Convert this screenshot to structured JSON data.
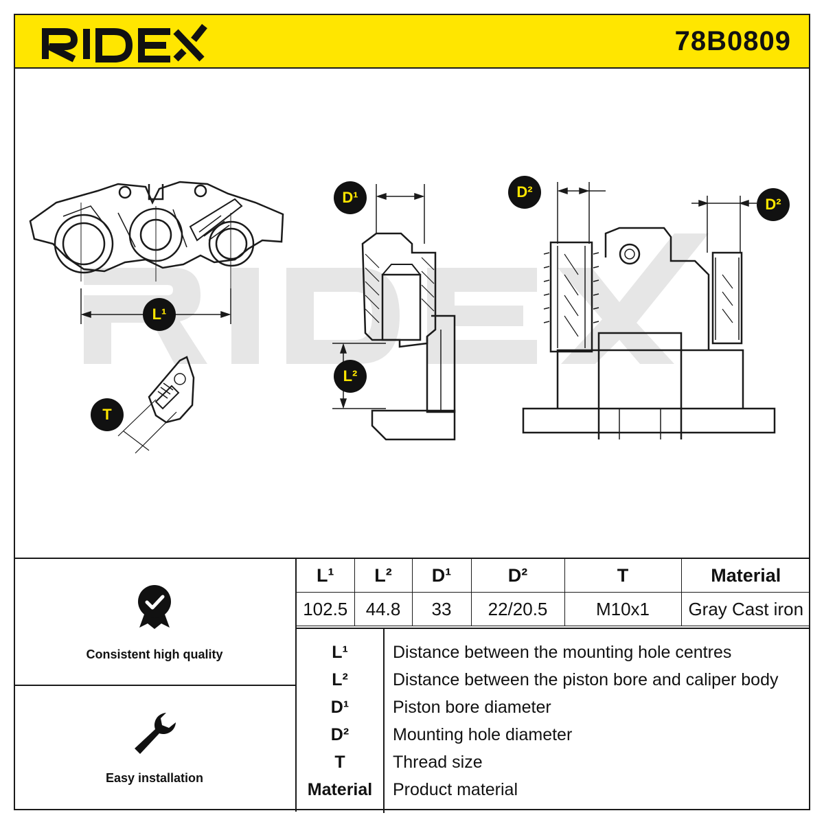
{
  "header": {
    "brand": "RIDEX",
    "part_number": "78B0809",
    "brand_color": "#111111",
    "background_color": "#ffe600"
  },
  "drawing": {
    "callouts": {
      "l1": "L¹",
      "l2": "L²",
      "d1": "D¹",
      "d2_left": "D²",
      "d2_right": "D²",
      "t": "T"
    },
    "watermark": "RIDEX"
  },
  "features": [
    {
      "label": "Consistent high quality",
      "icon": "quality-badge-icon"
    },
    {
      "label": "Easy installation",
      "icon": "wrench-icon"
    }
  ],
  "specs": {
    "headers": [
      "L¹",
      "L²",
      "D¹",
      "D²",
      "T",
      "Material"
    ],
    "values": [
      "102.5",
      "44.8",
      "33",
      "22/20.5",
      "M10x1",
      "Gray Cast iron"
    ]
  },
  "legend": [
    {
      "key": "L¹",
      "text": "Distance between the mounting hole centres"
    },
    {
      "key": "L²",
      "text": "Distance between the piston bore and caliper body"
    },
    {
      "key": "D¹",
      "text": "Piston bore diameter"
    },
    {
      "key": "D²",
      "text": "Mounting hole diameter"
    },
    {
      "key": "T",
      "text": "Thread size"
    },
    {
      "key": "Material",
      "text": "Product material"
    }
  ]
}
